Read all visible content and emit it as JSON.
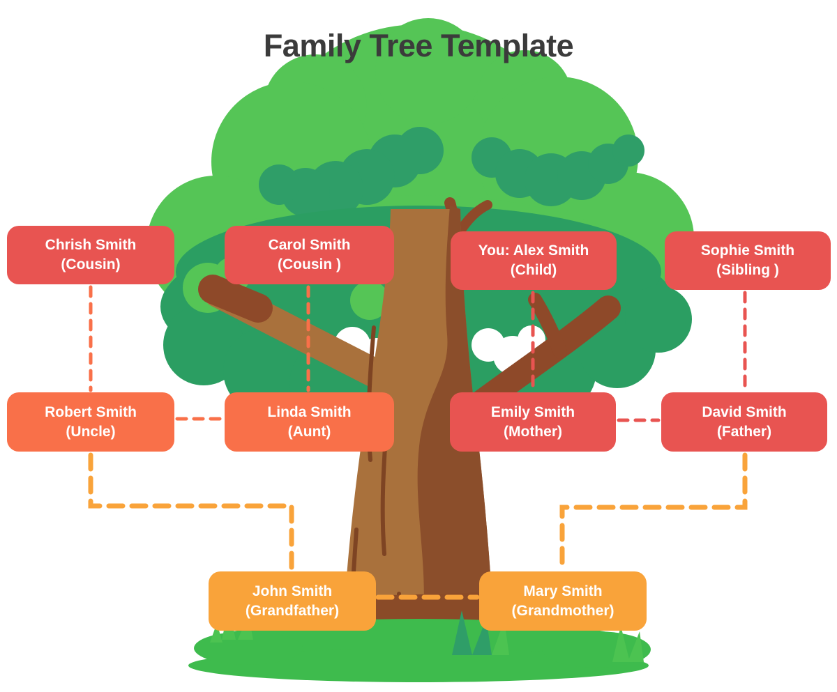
{
  "title": "Family Tree Template",
  "palette": {
    "red": "#E85451",
    "orange": "#F97049",
    "amber": "#F9A33A",
    "title_color": "#3B3B3B",
    "canopy_light": "#55C556",
    "canopy_shadow": "#2F9E68",
    "canopy_dark": "#2B9E62",
    "trunk_light": "#A9713C",
    "trunk_dark": "#8B4E2B",
    "trunk_base": "#8A4B28",
    "trunk_streak": "#7E4423",
    "branch_dark": "#8E4929",
    "grass": "#3EBB4D",
    "grass_accent": "#4CC351"
  },
  "members": [
    {
      "name": "Chrish Smith",
      "relation": "(Cousin)",
      "color": "red"
    },
    {
      "name": "Carol Smith",
      "relation": "(Cousin )",
      "color": "red"
    },
    {
      "name": "You: Alex Smith",
      "relation": "(Child)",
      "color": "red"
    },
    {
      "name": "Sophie Smith",
      "relation": "(Sibling )",
      "color": "red"
    },
    {
      "name": "Robert Smith",
      "relation": "(Uncle)",
      "color": "orange"
    },
    {
      "name": "Linda Smith",
      "relation": "(Aunt)",
      "color": "orange"
    },
    {
      "name": "Emily Smith",
      "relation": "(Mother)",
      "color": "red"
    },
    {
      "name": "David Smith",
      "relation": "(Father)",
      "color": "red"
    },
    {
      "name": "John Smith",
      "relation": "(Grandfather)",
      "color": "amber"
    },
    {
      "name": "Mary Smith",
      "relation": "(Grandmother)",
      "color": "amber"
    }
  ],
  "links": [
    {
      "from": "Chrish Smith",
      "to": "Robert Smith",
      "line_color": "orange"
    },
    {
      "from": "Carol Smith",
      "to": "Linda Smith",
      "line_color": "orange"
    },
    {
      "from": "You: Alex Smith",
      "to": "Emily Smith",
      "line_color": "red"
    },
    {
      "from": "Sophie Smith",
      "to": "David Smith",
      "line_color": "red"
    },
    {
      "from": "Robert Smith",
      "to": "Linda Smith",
      "line_color": "orange"
    },
    {
      "from": "Emily Smith",
      "to": "David Smith",
      "line_color": "red"
    },
    {
      "from": "Robert Smith",
      "to": "John Smith",
      "line_color": "amber"
    },
    {
      "from": "David Smith",
      "to": "Mary Smith",
      "line_color": "amber"
    },
    {
      "from": "John Smith",
      "to": "Mary Smith",
      "line_color": "amber"
    }
  ]
}
